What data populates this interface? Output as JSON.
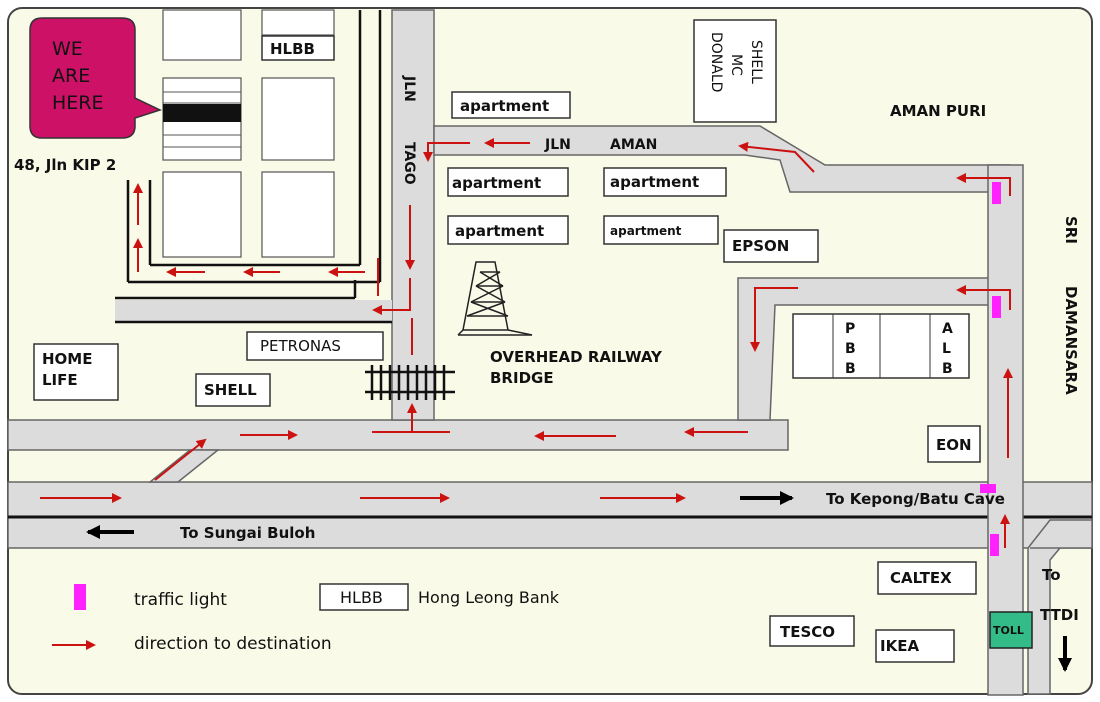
{
  "colors": {
    "background": "#fafae8",
    "road": "#dcdcdc",
    "arrow": "#cc1111",
    "here_bubble": "#cc1166",
    "traffic_light": "#ff22ff",
    "toll": "#33bb88"
  },
  "callout": {
    "line1": "WE",
    "line2": "ARE",
    "line3": "HERE",
    "address": "48, Jln KIP 2"
  },
  "places": {
    "hlbb": "HLBB",
    "shell_mcd_1": "SHELL",
    "shell_mcd_2": "MC",
    "shell_mcd_3": "DONALD",
    "aman_puri": "AMAN PURI",
    "apartment_top": "apartment",
    "apartment_1": "apartment",
    "apartment_2": "apartment",
    "apartment_3": "apartment",
    "apartment_4": "apartment",
    "epson": "EPSON",
    "petronas": "PETRONAS",
    "home_life_1": "HOME",
    "home_life_2": "LIFE",
    "shell": "SHELL",
    "overhead_1": "OVERHEAD RAILWAY",
    "overhead_2": "BRIDGE",
    "pbb": [
      "P",
      "B",
      "B"
    ],
    "alb": [
      "A",
      "L",
      "B"
    ],
    "eon": "EON",
    "caltex": "CALTEX",
    "tesco": "TESCO",
    "ikea": "IKEA",
    "toll": "TOLL"
  },
  "roads": {
    "jln_tago_1": "JLN",
    "jln_tago_2": "TAGO",
    "jln_aman_1": "JLN",
    "jln_aman_2": "AMAN",
    "sri": "SRI",
    "damansara": "DAMANSARA",
    "to_kepong": "To Kepong/Batu Cave",
    "to_sungai_buloh": "To Sungai Buloh",
    "to_ttdi_1": "To",
    "to_ttdi_2": "TTDI"
  },
  "legend": {
    "traffic_light": "traffic light",
    "hlbb_box": "HLBB",
    "hlbb_full": "Hong Leong Bank",
    "direction": "direction to destination"
  }
}
